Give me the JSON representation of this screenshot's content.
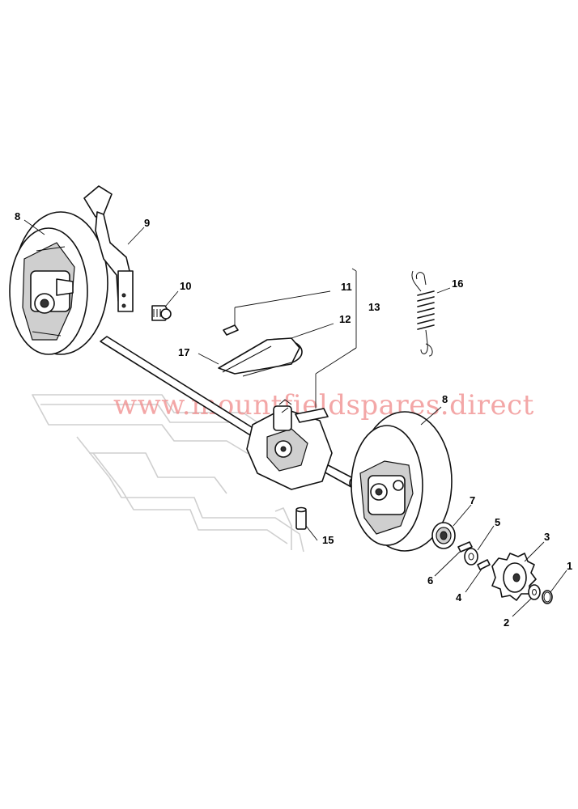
{
  "watermark": "www.mountfieldspares.direct",
  "callouts": {
    "c1": "1",
    "c2": "2",
    "c3": "3",
    "c4": "4",
    "c5": "5",
    "c6": "6",
    "c7": "7",
    "c8a": "8",
    "c8b": "8",
    "c9": "9",
    "c10": "10",
    "c11": "11",
    "c12": "12",
    "c13": "13",
    "c15": "15",
    "c16": "16",
    "c17": "17"
  }
}
